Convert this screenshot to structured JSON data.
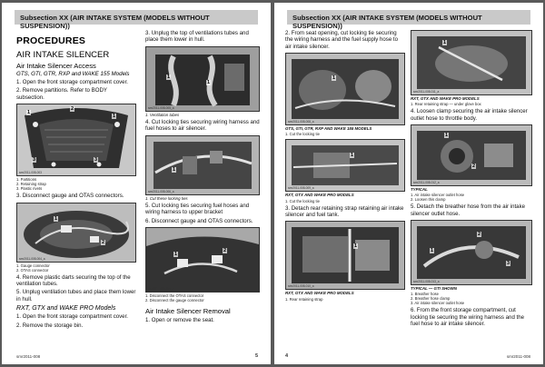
{
  "header": {
    "left": "Subsection XX (AIR INTAKE SYSTEM (MODELS WITHOUT SUSPENSION))",
    "right": "Subsection XX (AIR INTAKE SYSTEM (MODELS WITHOUT SUSPENSION))"
  },
  "left": {
    "procedures": "PROCEDURES",
    "air_intake_silencer": "AIR INTAKE SILENCER",
    "access": "Air Intake Silencer Access",
    "models_gts": "GTS, GTI, GTR, RXP and WAKE 155 Models",
    "s1": "1. Open the front storage compartment cover.",
    "s2": "2. Remove partitions. Refer to BODY subsection.",
    "fig1_code": "smr2011-008-003",
    "fig1_legend": [
      "1. Partitions",
      "2. Retaining strap",
      "3. Plastic rivets"
    ],
    "s3": "3. Disconnect gauge and OTAS connectors.",
    "fig2_code": "smr2011-008-004_a",
    "fig2_legend": [
      "1. Gauge connector",
      "2. OTAS connector"
    ],
    "s4": "4. Remove plastic darts securing the top of the ventilation tubes.",
    "s5": "5. Unplug ventilation tubes and place them lower in hull.",
    "models_rxt": "RXT, GTX and WAKE PRO Models",
    "r1": "1. Open the front storage compartment cover.",
    "r2": "2. Remove the storage bin.",
    "c3": "3. Unplug the top of ventilations tubes and place them lower in hull.",
    "fig3_code": "smr2011-008-005_a",
    "fig3_caption": "1. Ventilation tubes",
    "c4": "4. Cut locking ties securing wiring harness and fuel hoses to air silencer.",
    "fig4_code": "smr2011-008-006_a",
    "fig4_caption": "1. Cut these locking ties",
    "c5": "5. Cut locking ties securing fuel hoses and wiring harness to upper bracket",
    "c6": "6. Disconnect gauge and OTAS connectors.",
    "fig5_code": "smr2011-008-007_a",
    "fig5_legend": [
      "1. Disconnect the OTAS connector",
      "2. Disconnect the gauge connector"
    ],
    "removal": "Air Intake Silencer Removal",
    "removal_s1": "1. Open or remove the seat.",
    "footer_code": "smr2011-008",
    "page_no": "5"
  },
  "right": {
    "s2": "2. From seat opening, cut locking tie securing the wiring harness and the fuel supply hose to air intake silencer.",
    "fig1_code": "smr2011-008-008_a",
    "fig1_caption": "GTS, GTI, GTR, RXP AND WAKE 155 MODELS",
    "fig1_legend": "1. Cut the locking tie",
    "fig2_code": "smr2011-008-009_a",
    "fig2_caption": "RXT, GTX AND WAKE PRO MODELS",
    "fig2_legend": "1. Cut the locking tie",
    "s3": "3. Detach rear retaining strap retaining air intake silencer and fuel tank.",
    "fig3_code": "smr2011-008-010_a",
    "fig3_caption": "RXT, GTX AND WAKE PRO MODELS",
    "fig3_legend": "1. Rear retaining strap",
    "fig4_code": "smr2011-008-011_a",
    "fig4_caption": "RXT, GTX AND WAKE PRO MODELS",
    "fig4_legend": "1. Rear retaining strap — under glove box",
    "s4": "4. Loosen clamp securing the air intake silencer outlet hose to throttle body.",
    "fig5_code": "smr2011-008-012_a",
    "fig5_caption": "TYPICAL",
    "fig5_legend": [
      "1. Air intake silencer outlet hose",
      "2. Loosen this clamp"
    ],
    "s5": "5. Detach the breather hose from the air intake silencer outlet hose.",
    "fig6_code": "smr2011-008-013_a",
    "fig6_caption": "TYPICAL — GTI SHOWN",
    "fig6_legend": [
      "1. Breather hose",
      "2. Breather hose clamp",
      "3. Air intake silencer outlet hose"
    ],
    "s6": "6. From the front storage compartment, cut locking tie securing the wiring harness and the fuel hose to air intake silencer.",
    "page_no": "4",
    "footer_code": "smr2011-008"
  }
}
